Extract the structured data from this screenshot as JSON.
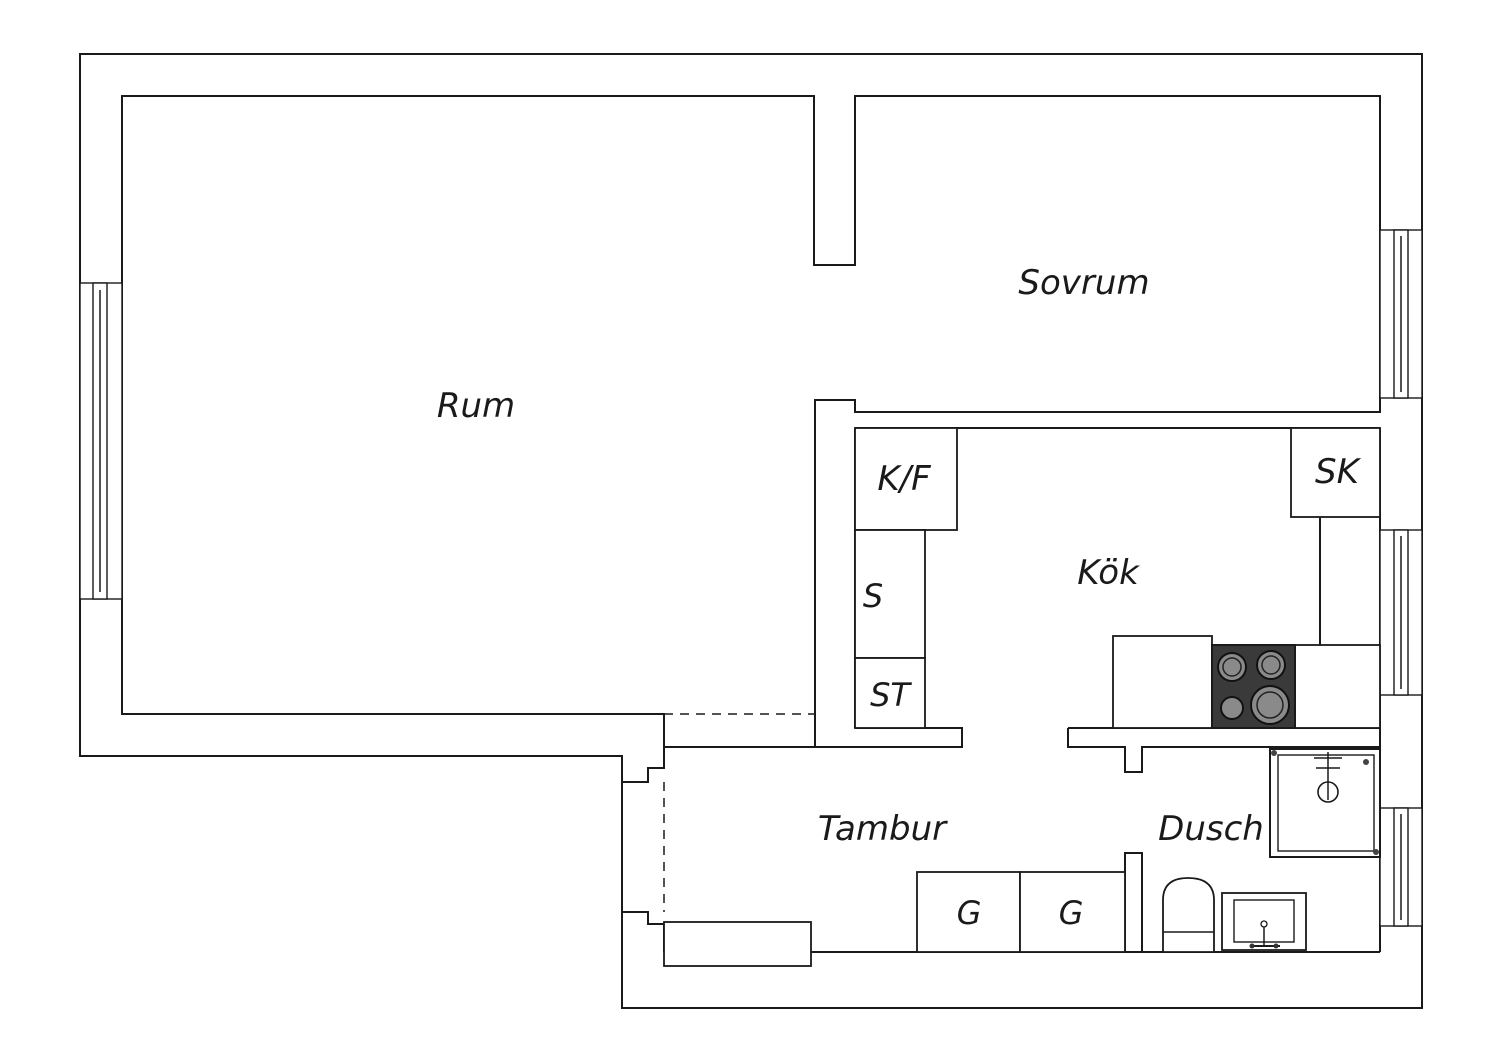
{
  "rooms": {
    "rum": "Rum",
    "sovrum": "Sovrum",
    "kok": "Kök",
    "tambur": "Tambur",
    "dusch": "Dusch"
  },
  "fixtures": {
    "kf": "K/F",
    "sk": "SK",
    "s": "S",
    "st": "ST",
    "g1": "G",
    "g2": "G"
  },
  "colors": {
    "wall": "#1a1a1a",
    "stove": "#3a3a3a",
    "hob_ring": "#8a8a8a"
  }
}
